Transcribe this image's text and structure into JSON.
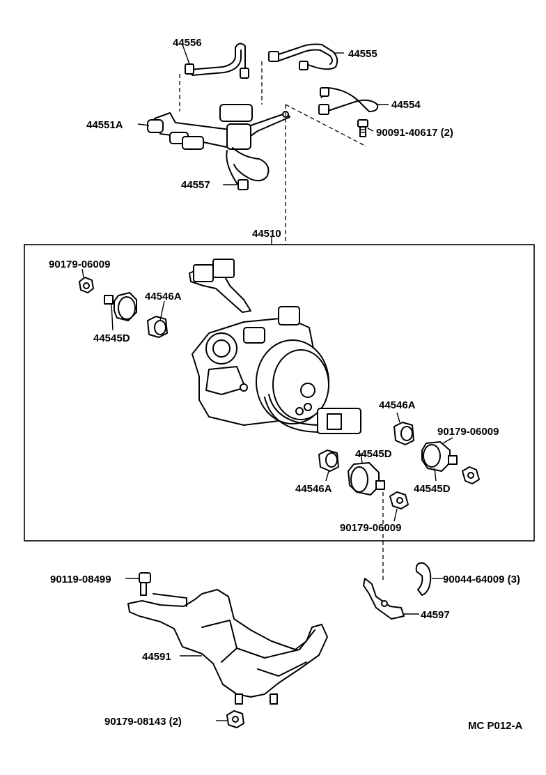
{
  "labels": {
    "p44556": "44556",
    "p44555": "44555",
    "p44554": "44554",
    "p44551a": "44551A",
    "p90091": "90091-40617 (2)",
    "p44557": "44557",
    "p44510": "44510",
    "nut_tl": "90179-06009",
    "p44546a_tl": "44546A",
    "p44545d_tl": "44545D",
    "p44546a_r": "44546A",
    "nut_r": "90179-06009",
    "p44545d_c": "44545D",
    "p44545d_r": "44545D",
    "p44546a_bl": "44546A",
    "nut_b": "90179-06009",
    "p90119": "90119-08499",
    "p90044": "90044-64009 (3)",
    "p44597": "44597",
    "p44591": "44591",
    "p90179_08143": "90179-08143 (2)",
    "code": "MC P012-A"
  }
}
